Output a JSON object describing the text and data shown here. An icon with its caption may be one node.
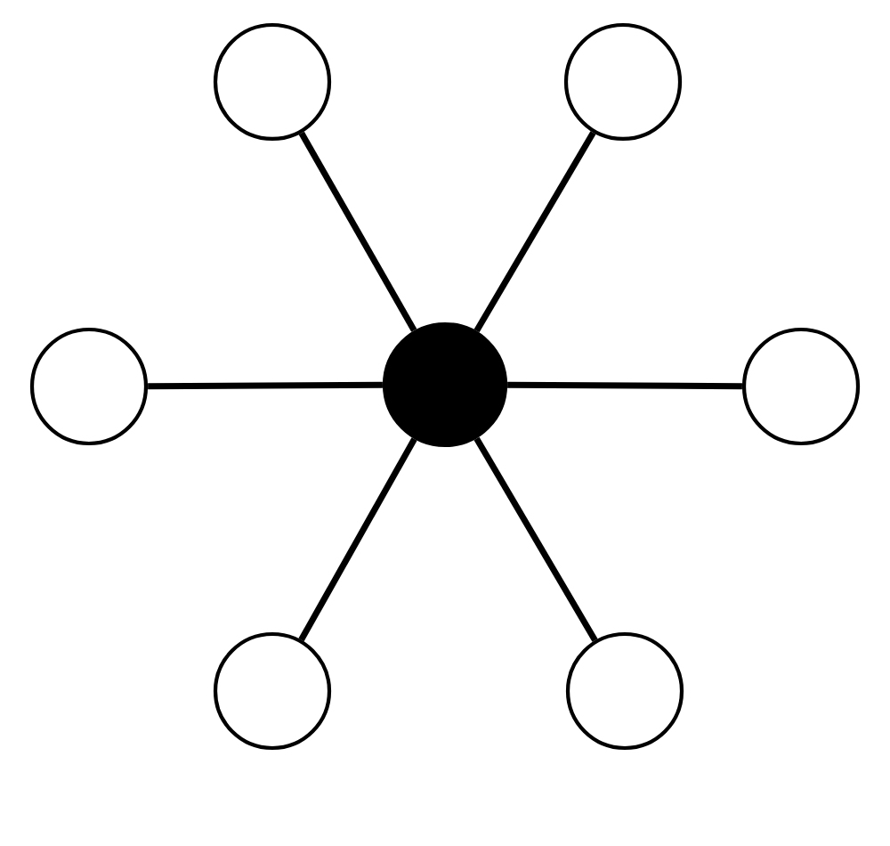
{
  "diagram": {
    "nodes": [
      {
        "text": [],
        "shape": "circle"
      },
      {
        "text": [],
        "shape": "circle"
      },
      {
        "text": [],
        "shape": "circle"
      },
      {
        "text": [],
        "shape": "circle"
      },
      {
        "text": [],
        "shape": "circle"
      },
      {
        "text": [],
        "shape": "circle"
      },
      {
        "text": [],
        "shape": "circle"
      }
    ],
    "edges": [
      {
        "from": 3,
        "to": 0,
        "arrow": "none"
      },
      {
        "from": 3,
        "to": 1,
        "arrow": "none"
      },
      {
        "from": 3,
        "to": 2,
        "arrow": "none"
      },
      {
        "from": 3,
        "to": 4,
        "arrow": "none"
      },
      {
        "from": 3,
        "to": 5,
        "arrow": "none"
      },
      {
        "from": 3,
        "to": 6,
        "arrow": "none"
      }
    ]
  }
}
